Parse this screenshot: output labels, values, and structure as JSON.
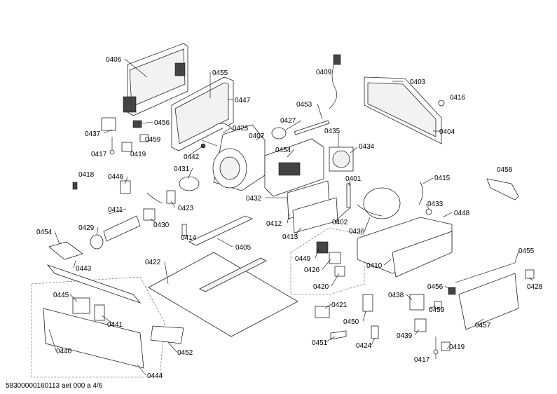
{
  "footer": "58300000160113 aet 000 a 4/6",
  "labels": {
    "p0406": "0406",
    "p0455a": "0455",
    "p0447": "0447",
    "p0409": "0409",
    "p0403": "0403",
    "p0416": "0416",
    "p0453": "0453",
    "p0427": "0427",
    "p0404": "0404",
    "p0437": "0437",
    "p0456a": "0456",
    "p0425": "0425",
    "p0435": "0435",
    "p0459a": "0459",
    "p0407": "0407",
    "p0434": "0434",
    "p0417a": "0417",
    "p0419a": "0419",
    "p0442": "0442",
    "p0454a": "0454",
    "p0458": "0458",
    "p0431": "0431",
    "p0418": "0418",
    "p0446": "0446",
    "p0401": "0401",
    "p0415": "0415",
    "p0433": "0433",
    "p0432": "0432",
    "p0423": "0423",
    "p0411": "0411",
    "p0448": "0448",
    "p0430": "0430",
    "p0412": "0412",
    "p0402": "0402",
    "p0429": "0429",
    "p0454b": "0454",
    "p0436": "0436",
    "p0414": "0414",
    "p0413": "0413",
    "p0405": "0405",
    "p0455b": "0455",
    "p0449": "0449",
    "p0443": "0443",
    "p0422": "0422",
    "p0426": "0426",
    "p0410": "0410",
    "p0428": "0428",
    "p0420": "0420",
    "p0438": "0438",
    "p0456b": "0456",
    "p0445": "0445",
    "p0459b": "0459",
    "p0421": "0421",
    "p0441": "0441",
    "p0450": "0450",
    "p0457": "0457",
    "p0439": "0439",
    "p0451": "0451",
    "p0424": "0424",
    "p0419b": "0419",
    "p0452": "0452",
    "p0440": "0440",
    "p0417b": "0417",
    "p0444": "0444"
  }
}
